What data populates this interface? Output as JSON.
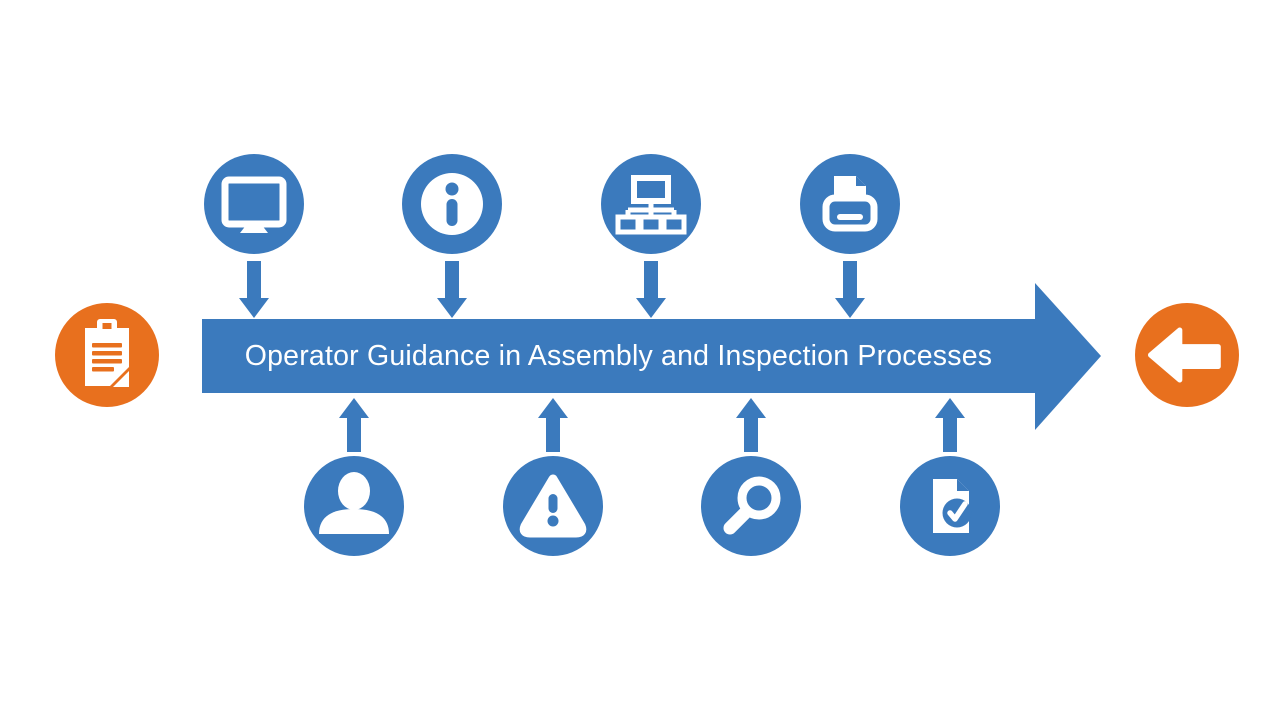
{
  "colors": {
    "blue": "#3B7ABD",
    "orange": "#E8701E",
    "white": "#FFFFFF",
    "background": "#FFFFFF"
  },
  "banner": {
    "title": "Operator Guidance in Assembly and Inspection Processes"
  },
  "top_icons": [
    {
      "name": "monitor"
    },
    {
      "name": "info"
    },
    {
      "name": "org-chart"
    },
    {
      "name": "printer"
    }
  ],
  "bottom_icons": [
    {
      "name": "user"
    },
    {
      "name": "warning"
    },
    {
      "name": "search"
    },
    {
      "name": "document-approved"
    }
  ],
  "left_badge": {
    "name": "clipboard"
  },
  "right_badge": {
    "name": "back-arrow"
  }
}
